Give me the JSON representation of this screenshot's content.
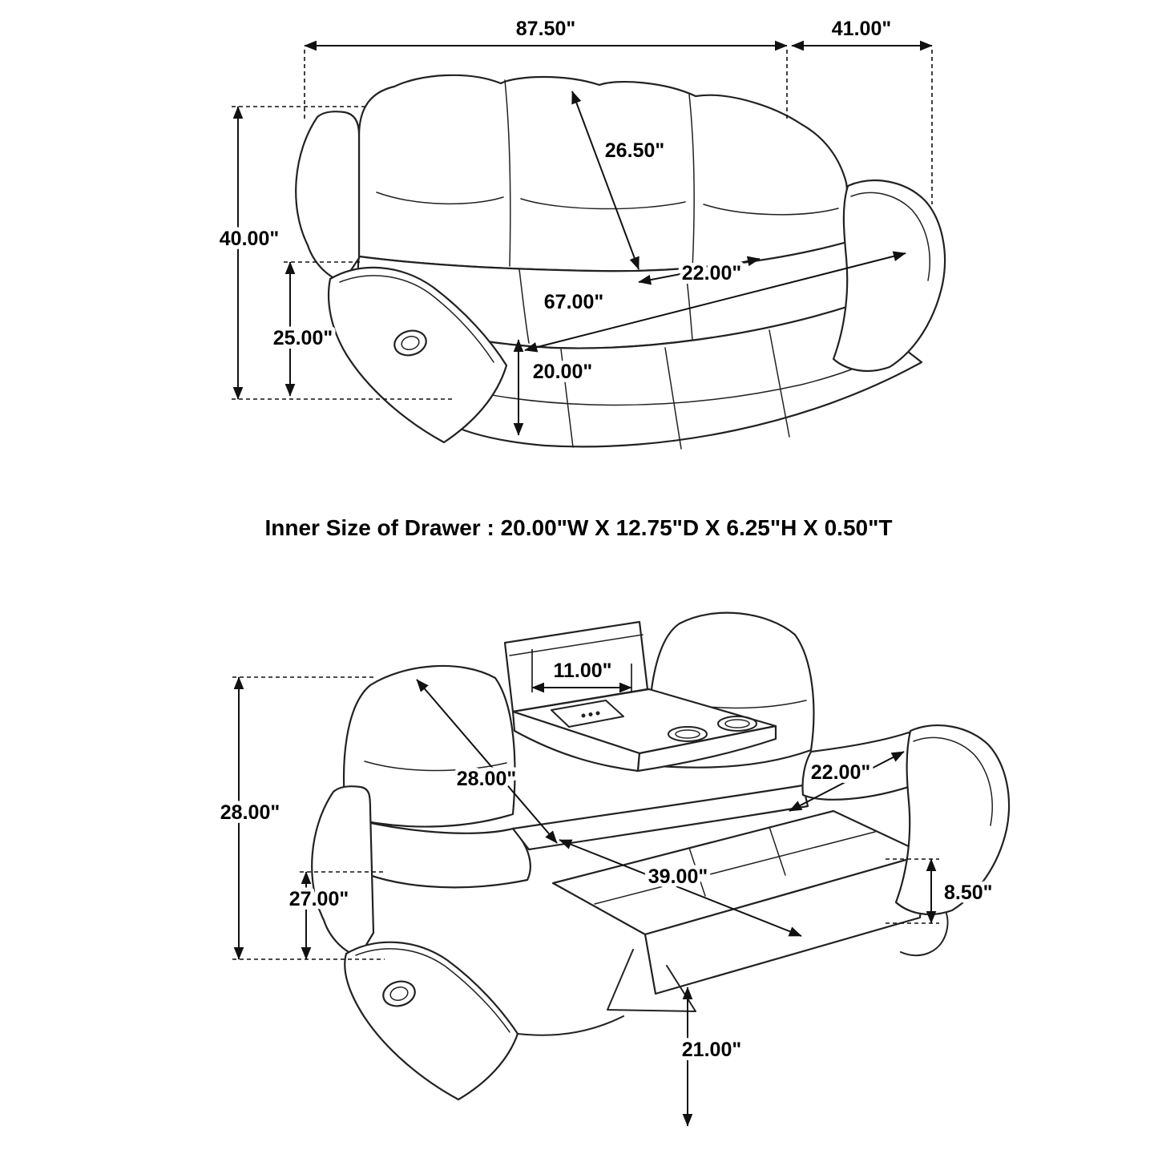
{
  "note": "Inner Size of Drawer : 20.00\"W X 12.75\"D X 6.25\"H X 0.50\"T",
  "upright": {
    "view_name": "sofa-upright",
    "dims": {
      "overall_width": "87.50\"",
      "overall_depth": "41.00\"",
      "overall_height": "40.00\"",
      "back_height": "26.50\"",
      "arm_height": "25.00\"",
      "seat_depth": "22.00\"",
      "seat_width": "67.00\"",
      "seat_height": "20.00\""
    }
  },
  "reclined": {
    "view_name": "sofa-reclined",
    "dims": {
      "console_width": "11.00\"",
      "back_diagonal": "28.00\"",
      "reclined_height": "28.00\"",
      "back_clearance": "27.00\"",
      "seat_depth": "22.00\"",
      "recline_extension": "39.00\"",
      "footrest_thickness": "8.50\"",
      "footrest_floor_gap": "21.00\""
    }
  }
}
